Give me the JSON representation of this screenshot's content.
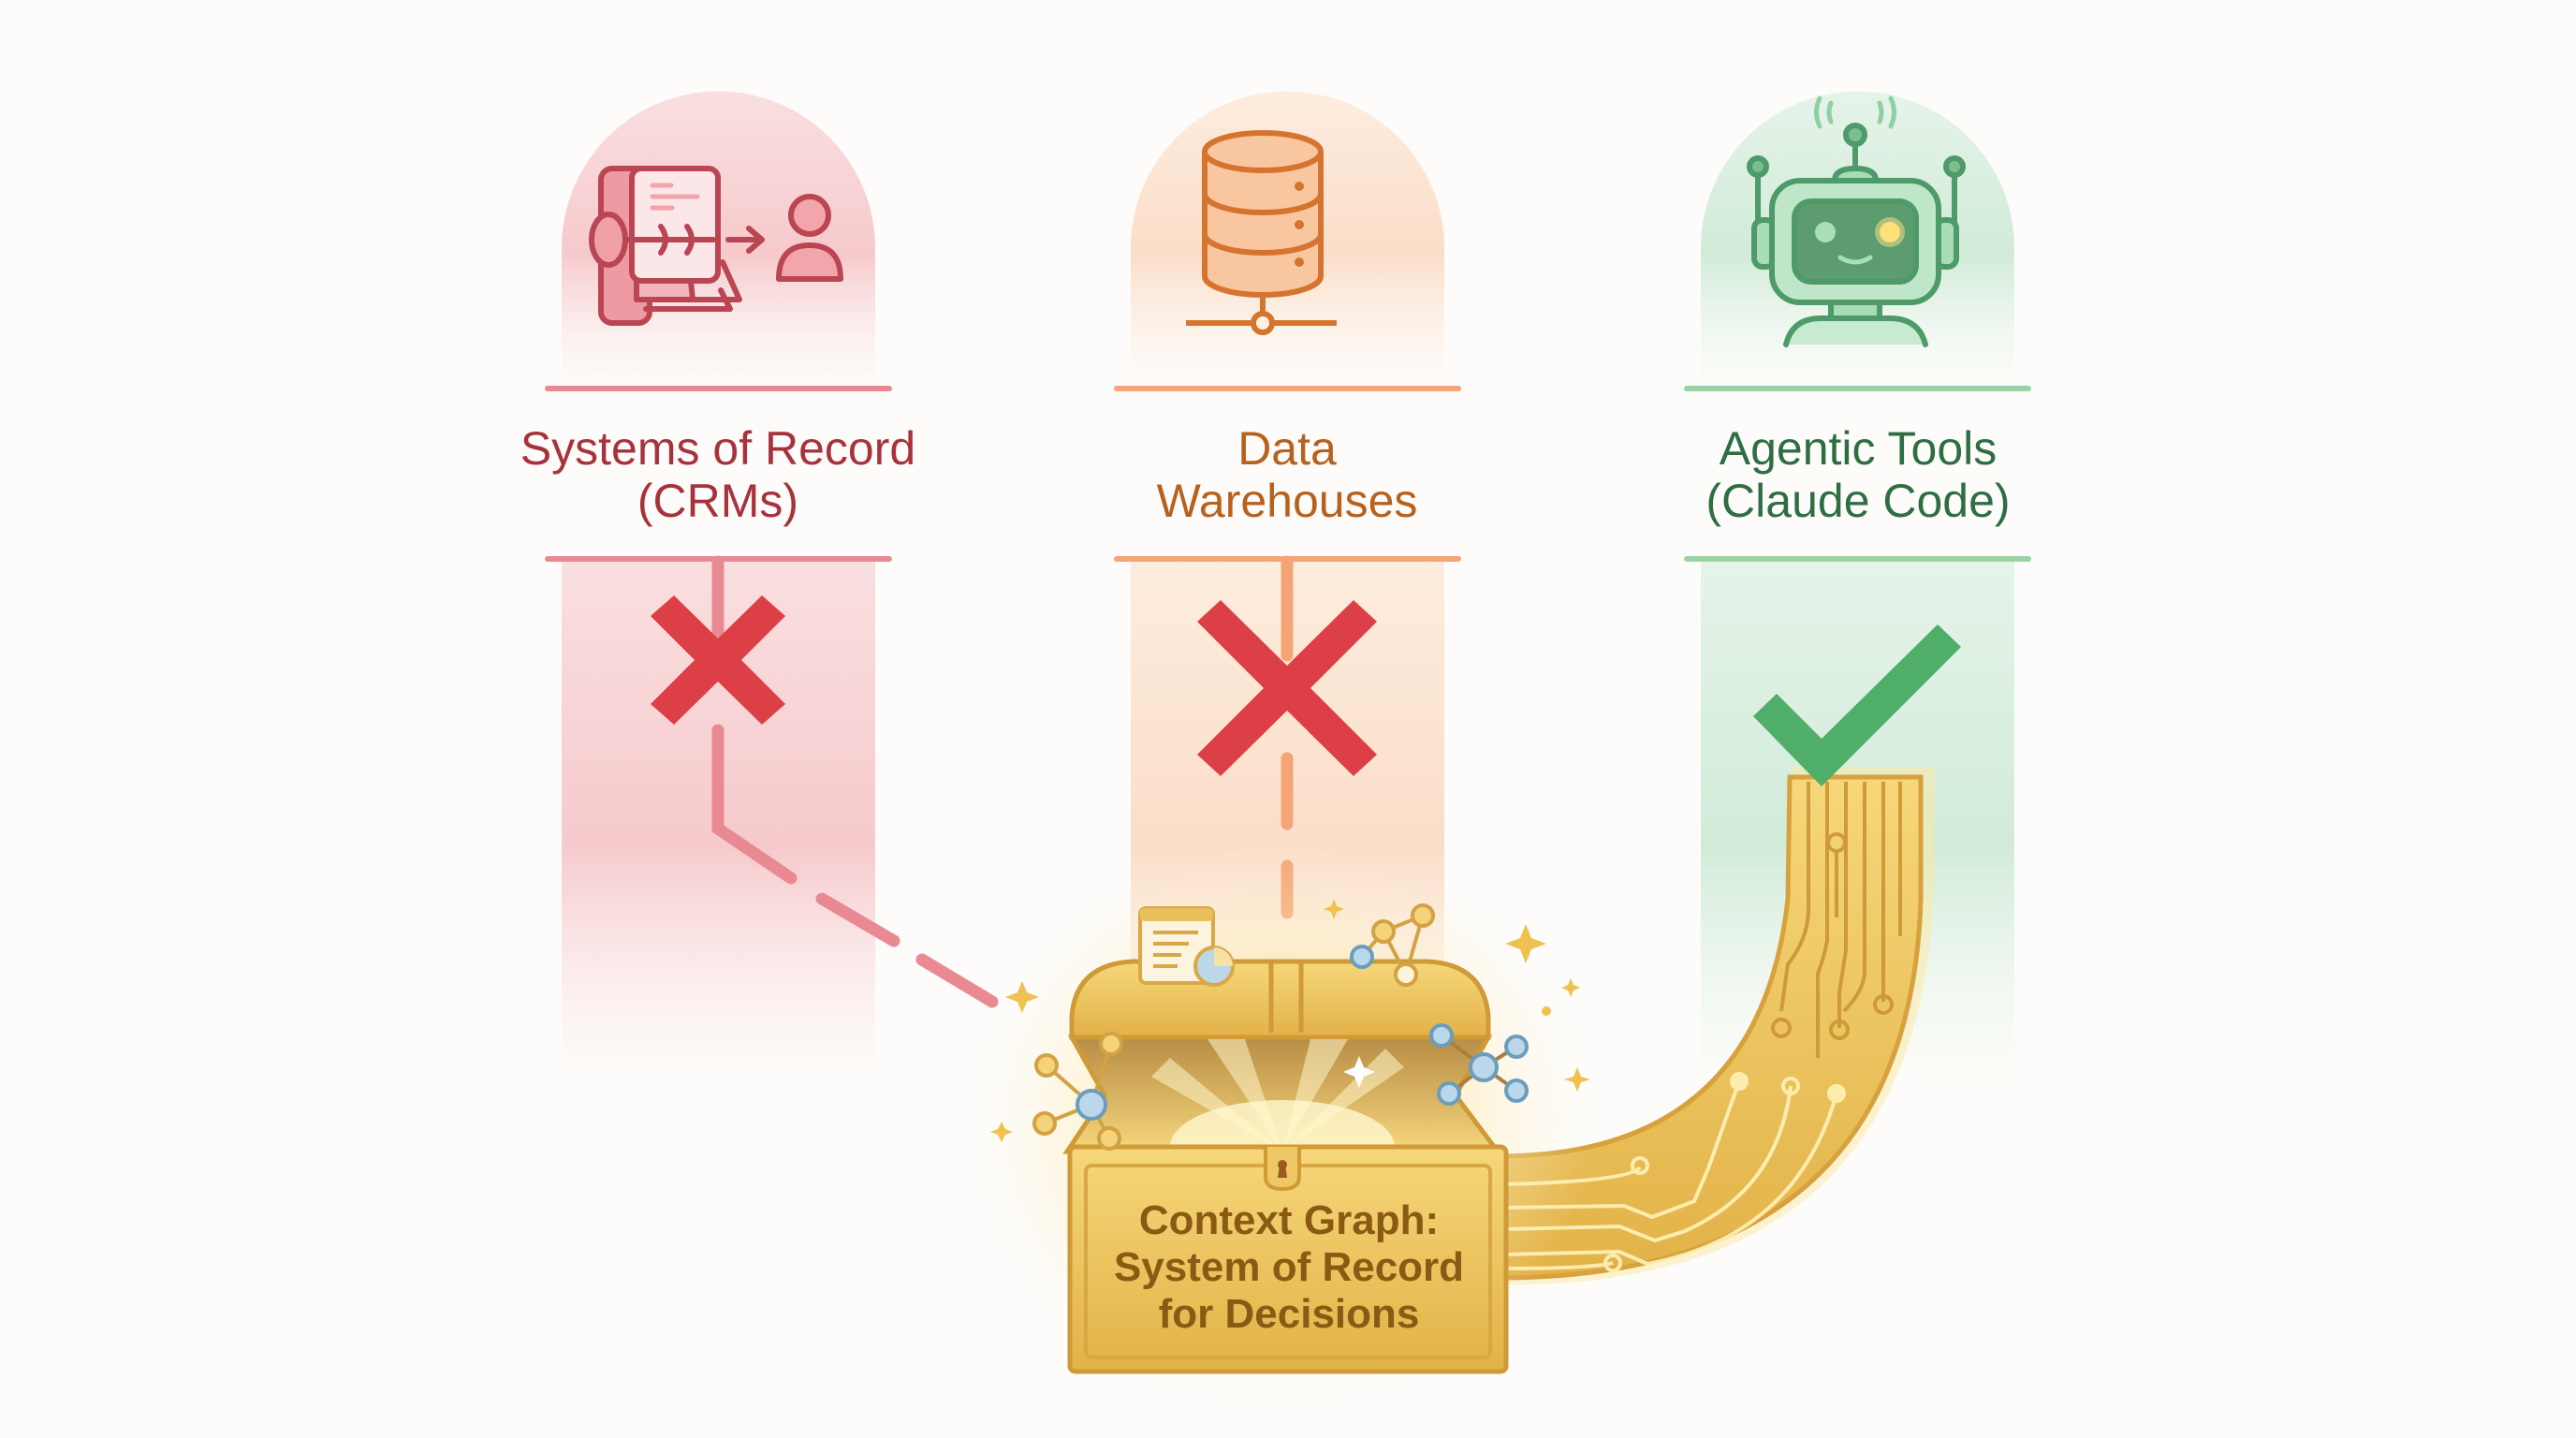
{
  "diagram": {
    "columns": [
      {
        "id": "crm",
        "title_line1": "Systems of Record",
        "title_line2": "(CRMs)",
        "icon": "crm-record-to-person-icon",
        "status": "rejected",
        "status_icon": "red-x-icon",
        "color": "#a8323c",
        "tint": "#f6c9cc",
        "line_color": "#e98a93"
      },
      {
        "id": "warehouse",
        "title_line1": "Data",
        "title_line2": "Warehouses",
        "icon": "database-server-icon",
        "status": "rejected",
        "status_icon": "red-x-icon",
        "color": "#b8611f",
        "tint": "#fbd9c2",
        "line_color": "#f4a477"
      },
      {
        "id": "agentic",
        "title_line1": "Agentic Tools",
        "title_line2": "(Claude Code)",
        "icon": "robot-icon",
        "status": "accepted",
        "status_icon": "green-check-icon",
        "color": "#2f6e43",
        "tint": "#cfead7",
        "line_color": "#98d3a8"
      }
    ],
    "center": {
      "icon": "treasure-chest-icon",
      "title_line1": "Context Graph:",
      "title_line2": "System of Record",
      "title_line3": "for Decisions",
      "color": "#e9b94a",
      "text_color": "#8a5a14"
    },
    "connector": {
      "icon": "circuit-path-icon",
      "color": "#e4b24a"
    },
    "colors": {
      "reject": "#dc3f45",
      "accept": "#4fae6a",
      "background": "#fdfcfa"
    }
  }
}
